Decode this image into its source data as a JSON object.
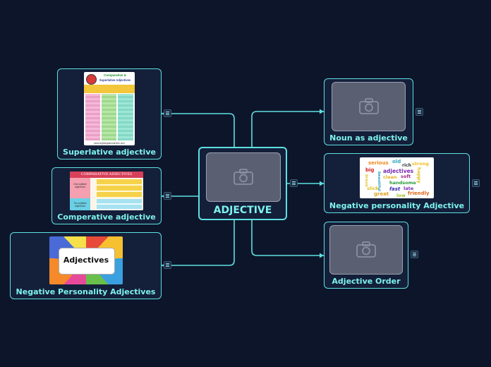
{
  "central": {
    "label": "ADJECTIVE",
    "image_icon": "camera-icon"
  },
  "branches": [
    {
      "id": "superlative",
      "label": "Superlative adjective",
      "image": "comparative-superlative-chart"
    },
    {
      "id": "comperative",
      "label": "Comperative adjective",
      "image": "comparative-adjectives-chart"
    },
    {
      "id": "negative-personality-adjectives",
      "label": "Negative Personality Adjectives",
      "image": "adjectives-sign"
    },
    {
      "id": "noun-as-adjective",
      "label": "Noun as adjective",
      "image_icon": "camera-icon"
    },
    {
      "id": "negative-personality-adjective",
      "label": "Negative personality Adjective",
      "image": "adjectives-word-cloud"
    },
    {
      "id": "adjective-order",
      "label": "Adjective Order",
      "image_icon": "camera-icon"
    }
  ],
  "images": {
    "chart1": {
      "title_line1": "Comparative &",
      "title_line2": "Superlative Adjectives",
      "footer": "www.englishgrammarhere.com"
    },
    "chart2": {
      "title": "COMPARATIVE ADJECTIVES",
      "left1": "One syllable adjectives",
      "left2": "Two syllable adjectives"
    },
    "sign": {
      "text": "Adjectives"
    },
    "wordcloud": [
      "serious",
      "old",
      "rich",
      "strong",
      "big",
      "adjectives",
      "soft",
      "happy",
      "clean",
      "brave",
      "handsome",
      "late",
      "slick",
      "fast",
      "great",
      "low",
      "friendly",
      "beautiful"
    ]
  },
  "colors": {
    "background": "#0d152b",
    "node_fill": "#141f3a",
    "accent": "#5ee0e0",
    "label": "#7ef2ee",
    "placeholder": "#5a6072"
  }
}
